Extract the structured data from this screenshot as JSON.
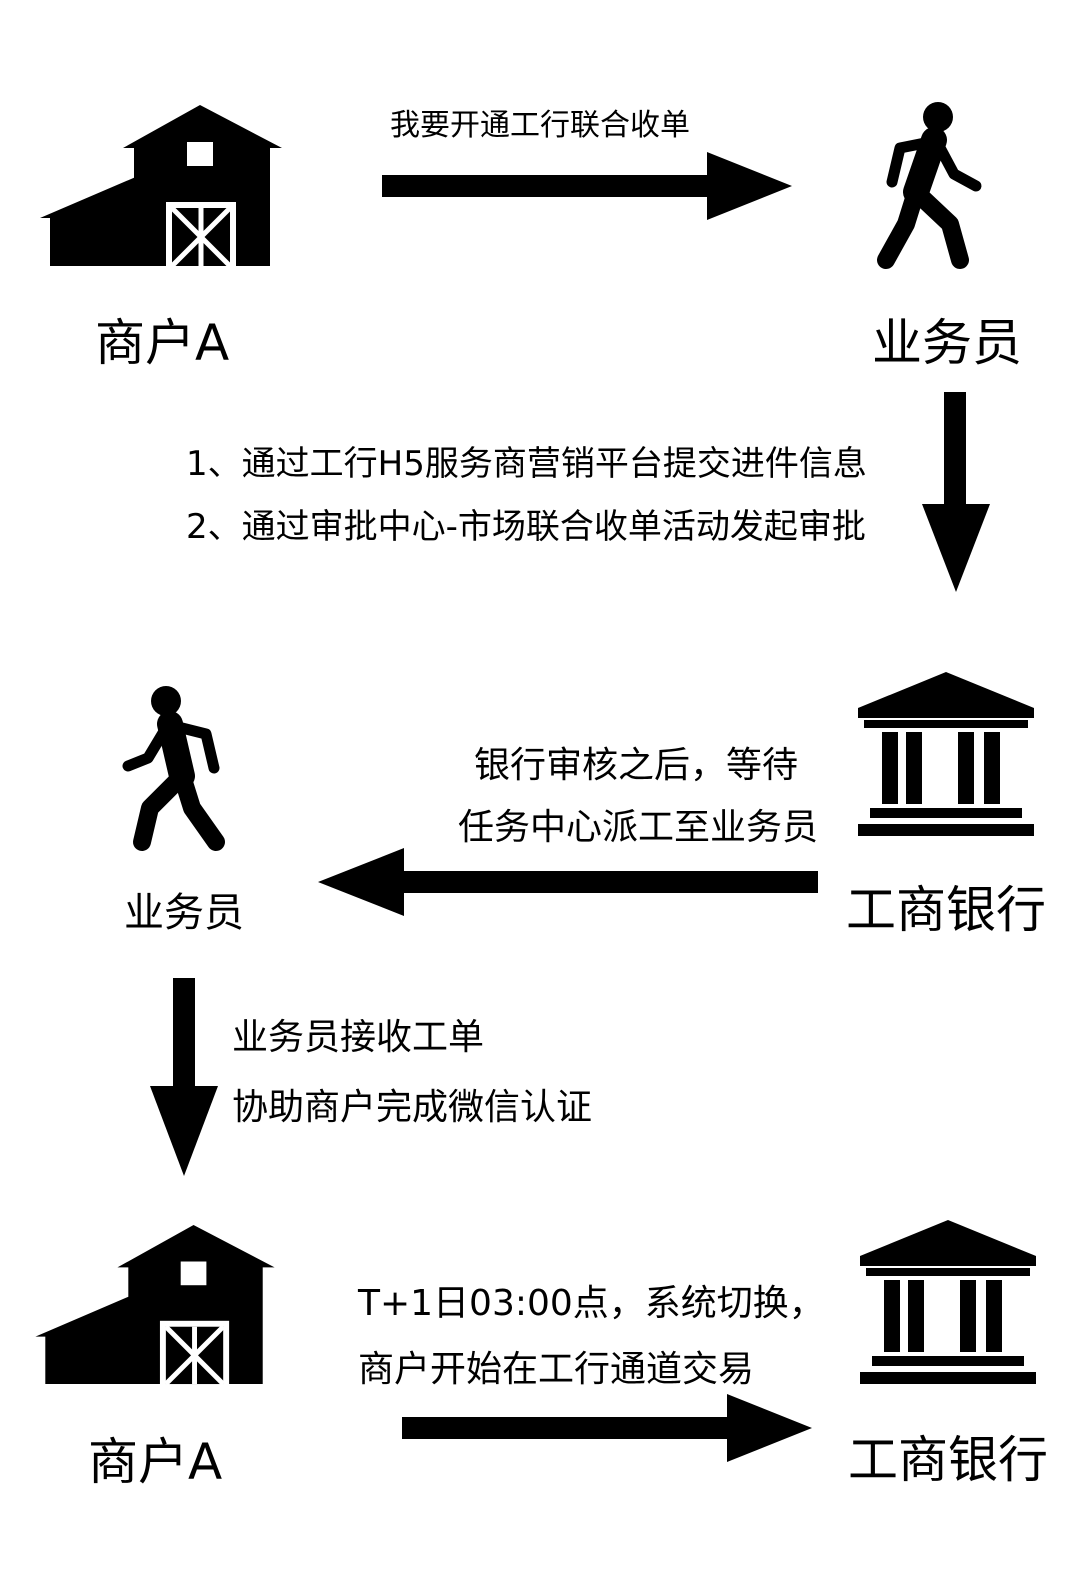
{
  "nodes": {
    "merchant_a_top": "商户A",
    "salesperson_top": "业务员",
    "bank_mid": "工商银行",
    "salesperson_mid": "业务员",
    "merchant_a_bottom": "商户A",
    "bank_bottom": "工商银行"
  },
  "steps": {
    "request": "我要开通工行联合收单",
    "submit_line1": "1、通过工行H5服务商营销平台提交进件信息",
    "submit_line2": "2、通过审批中心-市场联合收单活动发起审批",
    "review_line1": "银行审核之后，等待",
    "review_line2": "任务中心派工至业务员",
    "assist_line1": "业务员接收工单",
    "assist_line2": "协助商户完成微信认证",
    "switch_line1": "T+1日03:00点，系统切换，",
    "switch_line2": "商户开始在工行通道交易"
  },
  "icons": {
    "merchant": "barn-icon",
    "salesperson": "walking-person-icon",
    "bank": "bank-building-icon",
    "arrow": "arrow-icon"
  },
  "colors": {
    "foreground": "#000000",
    "background": "#ffffff"
  }
}
